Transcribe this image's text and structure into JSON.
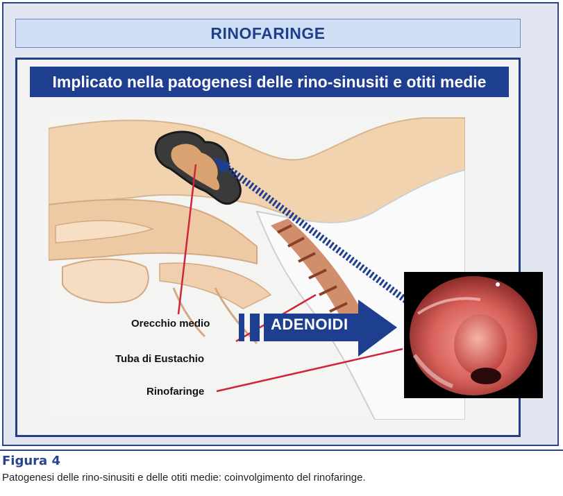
{
  "header": {
    "title": "RINOFARINGE"
  },
  "subtitle": "Implicato nella patogenesi delle rino-sinusiti e otiti medie",
  "labels": {
    "orecchio_medio": "Orecchio medio",
    "tuba_eustachio": "Tuba di Eustachio",
    "rinofaringe": "Rinofaringe"
  },
  "arrow_label": "ADENOIDI",
  "figure": {
    "title": "Figura 4",
    "caption": "Patogenesi delle rino-sinusiti e delle otiti medie: coinvolgimento del rinofaringe."
  },
  "colors": {
    "frame_border": "#28448c",
    "frame_background": "#e2e6f1",
    "header_background": "#cfe0f6",
    "accent_blue": "#1e3f90",
    "leader_line": "#d0243a",
    "tissue": "#f1d3b0"
  }
}
